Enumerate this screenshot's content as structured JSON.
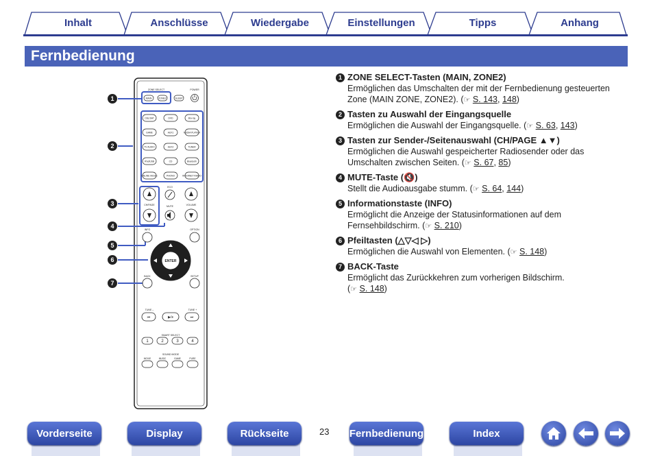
{
  "tabs": [
    "Inhalt",
    "Anschlüsse",
    "Wiedergabe",
    "Einstellungen",
    "Tipps",
    "Anhang"
  ],
  "page_title": "Fernbedienung",
  "remote": {
    "labels": {
      "zone_select": "ZONE SELECT",
      "power": "POWER",
      "main": "MAIN",
      "zone2": "ZONE2",
      "sleep": "SLEEP",
      "eco": "ECO",
      "ch_page": "CH/PAGE",
      "mute": "MUTE",
      "volume": "VOLUME",
      "info": "INFO",
      "option": "OPTION",
      "enter": "ENTER",
      "back": "BACK",
      "setup": "SETUP",
      "tune_minus": "TUNE –",
      "tune_plus": "TUNE +",
      "smart_select": "SMART SELECT",
      "sound_mode": "SOUND MODE"
    },
    "sources": [
      "CBL/SAT",
      "DVD",
      "Blu-ray",
      "GAME",
      "AUX1",
      "MEDIA PLAYER",
      "TV AUDIO",
      "AUX2",
      "TUNER",
      "iPod/USB",
      "CD",
      "Bluetooth",
      "ONLINE MUSIC",
      "PHONO",
      "INTERNET RADIO"
    ],
    "smart": [
      "1",
      "2",
      "3",
      "4"
    ],
    "sound_modes": [
      "MOVIE",
      "MUSIC",
      "GAME",
      "PURE"
    ],
    "callouts": [
      "1",
      "2",
      "3",
      "4",
      "5",
      "6",
      "7"
    ]
  },
  "items": [
    {
      "num": "1",
      "title": "ZONE SELECT-Tasten (MAIN, ZONE2)",
      "body": "Ermöglichen das Umschalten der mit der Fernbedienung gesteuerten Zone (MAIN ZONE, ZONE2).",
      "refs": [
        "S. 143",
        "148"
      ]
    },
    {
      "num": "2",
      "title": "Tasten zu Auswahl der Eingangsquelle",
      "body": "Ermöglichen die Auswahl der Eingangsquelle.",
      "refs": [
        "S. 63",
        "143"
      ]
    },
    {
      "num": "3",
      "title": "Tasten zur Sender-/Seitenauswahl (CH/PAGE ▲▼)",
      "body": "Ermöglichen die Auswahl gespeicherter Radiosender oder das Umschalten zwischen Seiten.",
      "refs": [
        "S. 67",
        "85"
      ]
    },
    {
      "num": "4",
      "title": "MUTE-Taste (🔇)",
      "body": "Stellt die Audioausgabe stumm.",
      "refs": [
        "S. 64",
        "144"
      ]
    },
    {
      "num": "5",
      "title": "Informationstaste (INFO)",
      "body": "Ermöglicht die Anzeige der Statusinformationen auf dem Fernsehbildschirm.",
      "refs": [
        "S. 210"
      ]
    },
    {
      "num": "6",
      "title": "Pfeiltasten (△▽◁ ▷)",
      "body": "Ermöglichen die Auswahl von Elementen.",
      "refs": [
        "S. 148"
      ]
    },
    {
      "num": "7",
      "title": "BACK-Taste",
      "body": "Ermöglicht das Zurückkehren zum vorherigen Bildschirm.",
      "refs": [
        "S. 148"
      ]
    }
  ],
  "nav": {
    "front": "Vorderseite",
    "display": "Display",
    "back": "Rückseite",
    "remote": "Fernbedienung",
    "index": "Index",
    "page": "23"
  },
  "colors": {
    "brand": "#2d3c8f",
    "title_bar": "#4a63b8",
    "button": "#3f5bc2"
  }
}
